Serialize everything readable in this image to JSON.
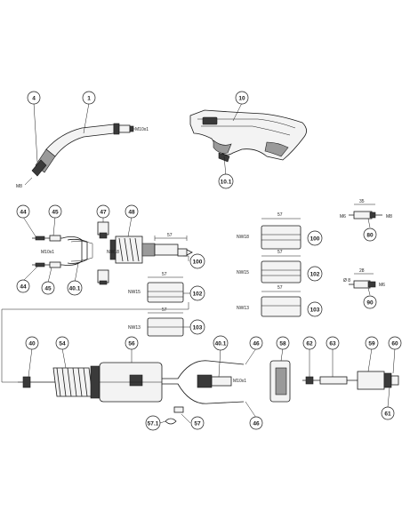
{
  "callouts": {
    "c4": "4",
    "c1": "1",
    "c10": "10",
    "c10_1": "10.1",
    "c44a": "44",
    "c45a": "45",
    "c47": "47",
    "c48": "48",
    "c44b": "44",
    "c45b": "45",
    "c40_1a": "40.1",
    "c100a": "100",
    "c102a": "102",
    "c103a": "103",
    "c100b": "100",
    "c102b": "102",
    "c103b": "103",
    "c80": "80",
    "c90": "90",
    "c40": "40",
    "c54": "54",
    "c56": "56",
    "c40_1b": "40.1",
    "c46a": "46",
    "c46b": "46",
    "c58": "58",
    "c62": "62",
    "c63": "63",
    "c59": "59",
    "c60": "60",
    "c61": "61",
    "c57_1": "57.1",
    "c57": "57"
  },
  "labels": {
    "m10x1_neck": "M10x1",
    "m8": "M8",
    "m10x1_cable": "M10x1",
    "m10x1_main": "M10x1",
    "dim57_a": "57",
    "dim57_b": "57",
    "dim57_c": "57",
    "dim57_d": "57",
    "dim57_e": "57",
    "dim57_f": "57",
    "nw18_a": "NW18",
    "nw15_a": "NW15",
    "nw13_a": "NW13",
    "nw18_b": "NW18",
    "nw15_b": "NW15",
    "nw13_b": "NW13",
    "m6_a": "M6",
    "m8_b": "M8",
    "dim35": "35",
    "dim28": "28",
    "dia8": "Ø 8",
    "m6_b": "M6"
  },
  "colors": {
    "line": "#1a1a1a",
    "paper": "#ffffff",
    "fill": "#f3f3f3",
    "dark": "#3a3a3a"
  }
}
